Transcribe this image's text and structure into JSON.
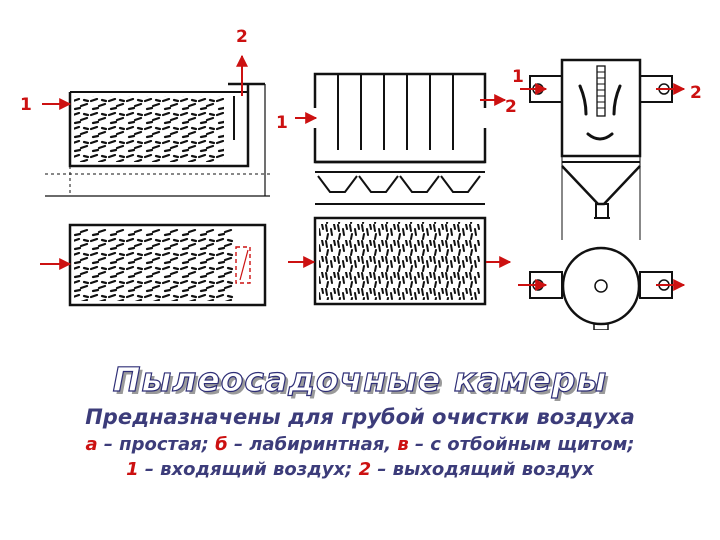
{
  "diagram": {
    "labels": {
      "a_out": "2",
      "a_in": "1",
      "b_in": "1",
      "b_out_1": "1",
      "b_out_2": "2",
      "c_out": "2",
      "cap_a": "а",
      "cap_b": "б",
      "cap_c": "в"
    },
    "colors": {
      "line": "#111111",
      "arrow": "#cc1111",
      "label": "#cc1111"
    }
  },
  "text": {
    "title": "Пылеосадочные камеры",
    "subtitle": "Предназначены для грубой очистки воздуха",
    "legend": {
      "a_key": "а",
      "a_desc": " – простая; ",
      "b_key": "б",
      "b_desc": " – лабиринтная, ",
      "c_key": "в",
      "c_desc": " – с отбойным щитом;",
      "k1": "1",
      "d1": " – входящий воздух; ",
      "k2": "2",
      "d2": " – выходящий воздух"
    },
    "colors": {
      "title_outline": "#2f2f77",
      "body": "#3c3c7a",
      "key": "#cc1111"
    }
  }
}
